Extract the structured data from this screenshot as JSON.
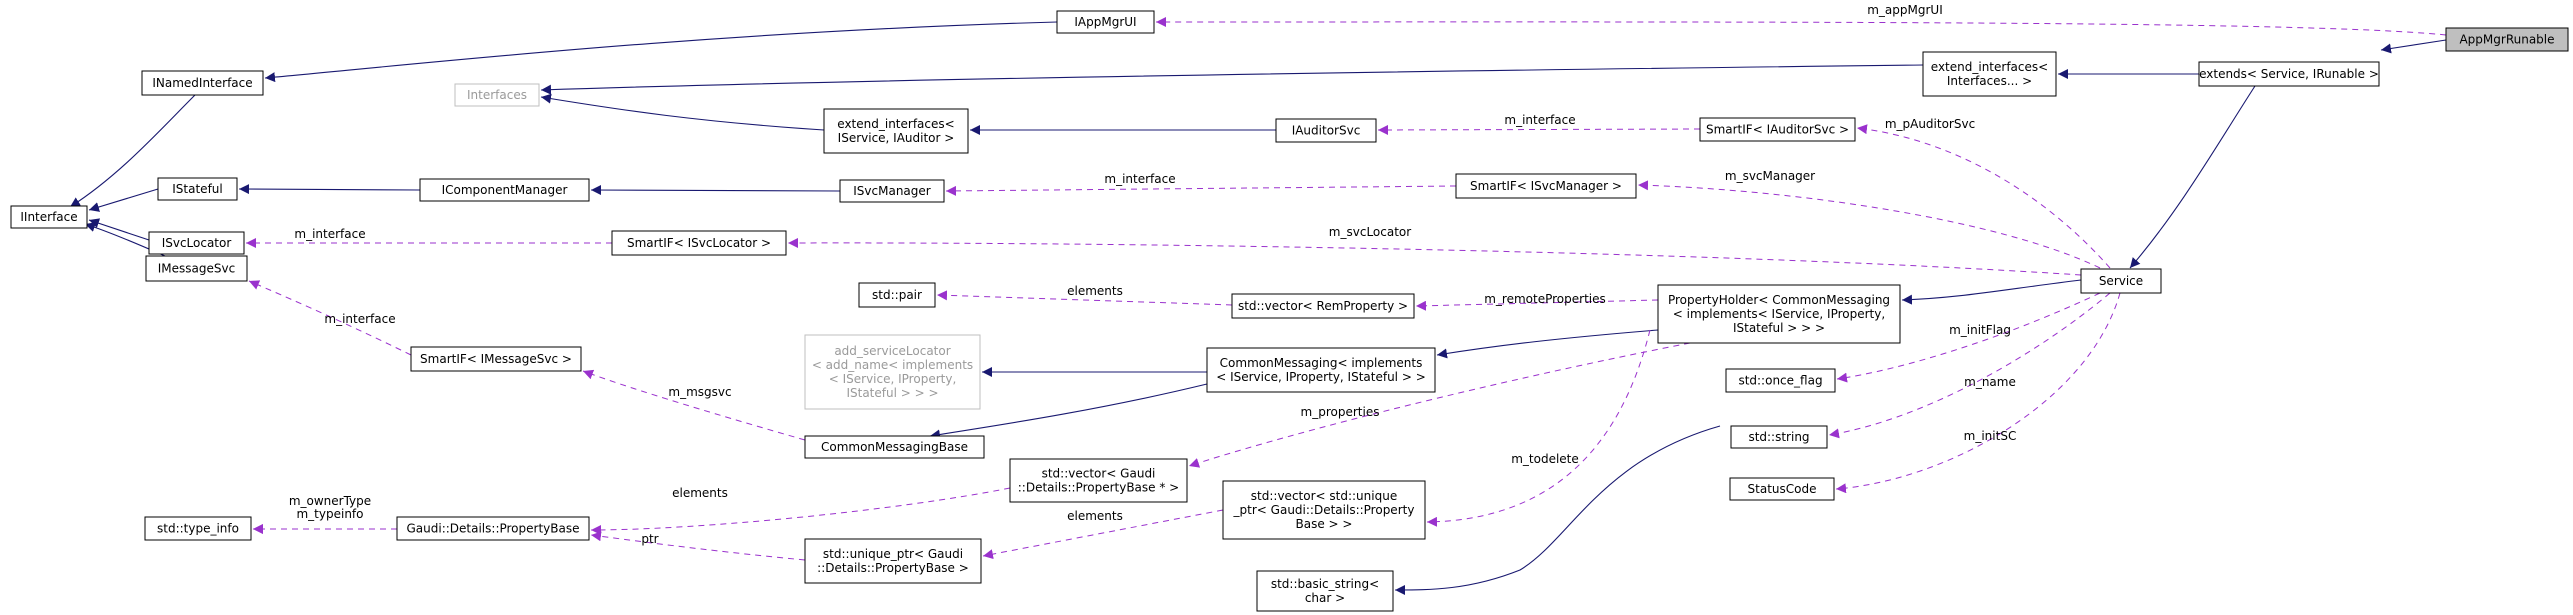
{
  "diagram": {
    "colors": {
      "inheritance_edge": "#191970",
      "usage_edge": "#9a32cd",
      "highlight_node_fill": "#bfbfbf",
      "grey_node_text": "#9a9a9a"
    },
    "nodes": {
      "AppMgrRunable": [
        "AppMgrRunable"
      ],
      "extendsService": [
        "extends< Service, IRunable >"
      ],
      "extendInterfaces": [
        "extend_interfaces<",
        "Interfaces... >"
      ],
      "IAppMgrUI": [
        "IAppMgrUI"
      ],
      "INamedInterface": [
        "INamedInterface"
      ],
      "IInterface": [
        "IInterface"
      ],
      "Interfaces": [
        "Interfaces"
      ],
      "extendInterfacesAuditor": [
        "extend_interfaces<",
        "IService, IAuditor >"
      ],
      "IAuditorSvc": [
        "IAuditorSvc"
      ],
      "SmartIFAuditorSvc": [
        "SmartIF< IAuditorSvc >"
      ],
      "IStateful": [
        "IStateful"
      ],
      "IComponentManager": [
        "IComponentManager"
      ],
      "ISvcManager": [
        "ISvcManager"
      ],
      "SmartIFSvcManager": [
        "SmartIF< ISvcManager >"
      ],
      "ISvcLocator": [
        "ISvcLocator"
      ],
      "SmartIFSvcLocator": [
        "SmartIF< ISvcLocator >"
      ],
      "Service": [
        "Service"
      ],
      "IMessageSvc": [
        "IMessageSvc"
      ],
      "SmartIFMessageSvc": [
        "SmartIF< IMessageSvc >"
      ],
      "stdPair": [
        "std::pair"
      ],
      "vectorRemProperty": [
        "std::vector< RemProperty >"
      ],
      "PropertyHolder": [
        "PropertyHolder< CommonMessaging",
        "< implements< IService, IProperty,",
        "IStateful > > >"
      ],
      "addServiceLocator": [
        "add_serviceLocator",
        "< add_name< implements",
        "< IService, IProperty,",
        "IStateful > > >"
      ],
      "CommonMessagingImpl": [
        "CommonMessaging< implements",
        "< IService, IProperty, IStateful > >"
      ],
      "stdOnceFlag": [
        "std::once_flag"
      ],
      "CommonMessagingBase": [
        "CommonMessagingBase"
      ],
      "stdString": [
        "std::string"
      ],
      "vectorPropertyBasePtr": [
        "std::vector< Gaudi",
        "::Details::PropertyBase * >"
      ],
      "StatusCode": [
        "StatusCode"
      ],
      "stdTypeInfo": [
        "std::type_info"
      ],
      "PropertyBase": [
        "Gaudi::Details::PropertyBase"
      ],
      "vectorUniquePtr": [
        "std::vector< std::unique",
        "_ptr< Gaudi::Details::Property",
        "Base > >"
      ],
      "uniquePtr": [
        "std::unique_ptr< Gaudi",
        "::Details::PropertyBase >"
      ],
      "basicString": [
        "std::basic_string<",
        "char >"
      ]
    },
    "edge_labels": {
      "m_appMgrUI": "m_appMgrUI",
      "m_pAuditorSvc": "m_pAuditorSvc",
      "m_interface_auditor": "m_interface",
      "m_svcManager": "m_svcManager",
      "m_interface_svcmgr": "m_interface",
      "m_interface_svcloc": "m_interface",
      "m_svcLocator": "m_svcLocator",
      "m_interface_msgsvc": "m_interface",
      "elements_pair": "elements",
      "m_remoteProperties": "m_remoteProperties",
      "m_initFlag": "m_initFlag",
      "m_msgsvc": "m_msgsvc",
      "m_properties": "m_properties",
      "m_name": "m_name",
      "m_initSC": "m_initSC",
      "m_todelete": "m_todelete",
      "elements_propbase": "elements",
      "m_ownerType": "m_ownerType",
      "m_typeinfo": "m_typeinfo",
      "ptr": "ptr",
      "elements_unique": "elements"
    }
  }
}
